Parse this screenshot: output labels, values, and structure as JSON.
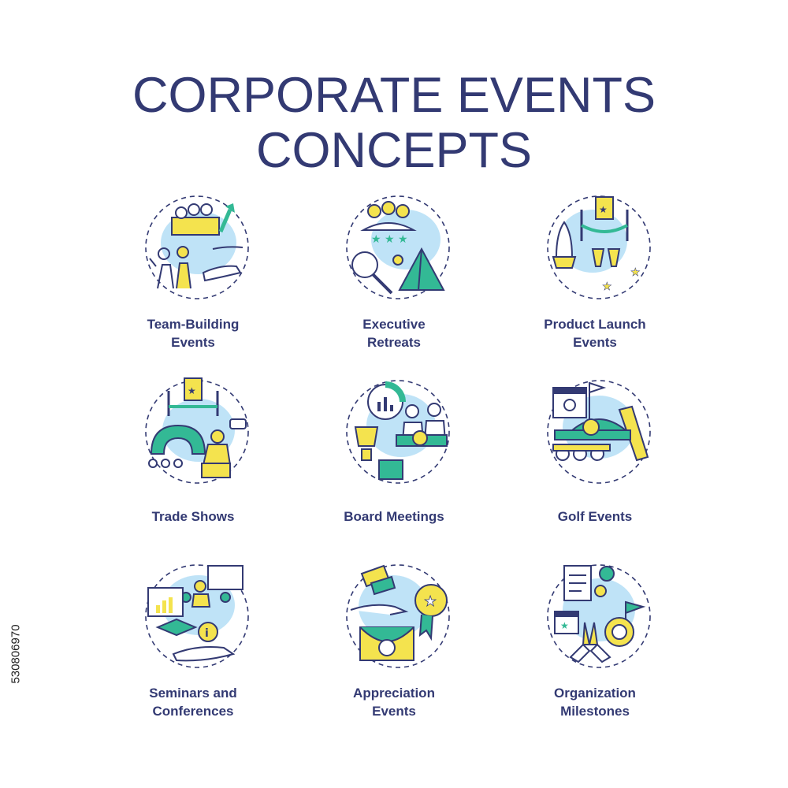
{
  "page": {
    "title_line1": "CORPORATE EVENTS",
    "title_line2": "CONCEPTS",
    "image_id": "530806970"
  },
  "colors": {
    "outline": "#333a73",
    "accent_blue": "#bfe3f7",
    "accent_yellow": "#f4e34e",
    "accent_green": "#33b995",
    "text": "#333a73"
  },
  "concepts": [
    {
      "line1": "Team-Building",
      "line2": "Events",
      "icon": "team-building-icon"
    },
    {
      "line1": "Executive",
      "line2": "Retreats",
      "icon": "executive-retreats-icon"
    },
    {
      "line1": "Product Launch",
      "line2": "Events",
      "icon": "product-launch-icon"
    },
    {
      "line1": "Trade Shows",
      "line2": "",
      "icon": "trade-shows-icon"
    },
    {
      "line1": "Board Meetings",
      "line2": "",
      "icon": "board-meetings-icon"
    },
    {
      "line1": "Golf Events",
      "line2": "",
      "icon": "golf-events-icon"
    },
    {
      "line1": "Seminars and",
      "line2": "Conferences",
      "icon": "seminars-icon"
    },
    {
      "line1": "Appreciation",
      "line2": "Events",
      "icon": "appreciation-icon"
    },
    {
      "line1": "Organization",
      "line2": "Milestones",
      "icon": "milestones-icon"
    }
  ]
}
